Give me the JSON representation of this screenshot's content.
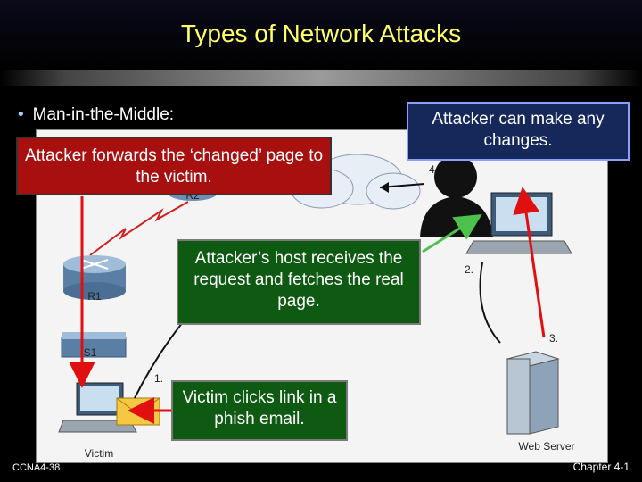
{
  "slide": {
    "title": "Types of Network Attacks",
    "bullet": "Man-in-the-Middle:",
    "footer_left": "CCNA4-38",
    "footer_right": "Chapter 4-1"
  },
  "callouts": {
    "forwards": "Attacker forwards the ‘changed’ page to the victim.",
    "changes": "Attacker can make any changes.",
    "receives": "Attacker’s host receives the request and fetches the real page.",
    "clicks": "Victim clicks link in a phish email."
  },
  "figure": {
    "router_r1": "R1",
    "router_r2": "R2",
    "switch_s1": "S1",
    "victim": "Victim",
    "web_server": "Web Server",
    "step1": "1.",
    "step2": "2.",
    "step3": "3.",
    "step4": "4."
  },
  "colors": {
    "title": "#ffff66",
    "red_box": "#a81010",
    "blue_box": "#16285a",
    "green_box": "#0f5a12",
    "red_arrow": "#e01010",
    "green_arrow": "#4cc24c"
  }
}
